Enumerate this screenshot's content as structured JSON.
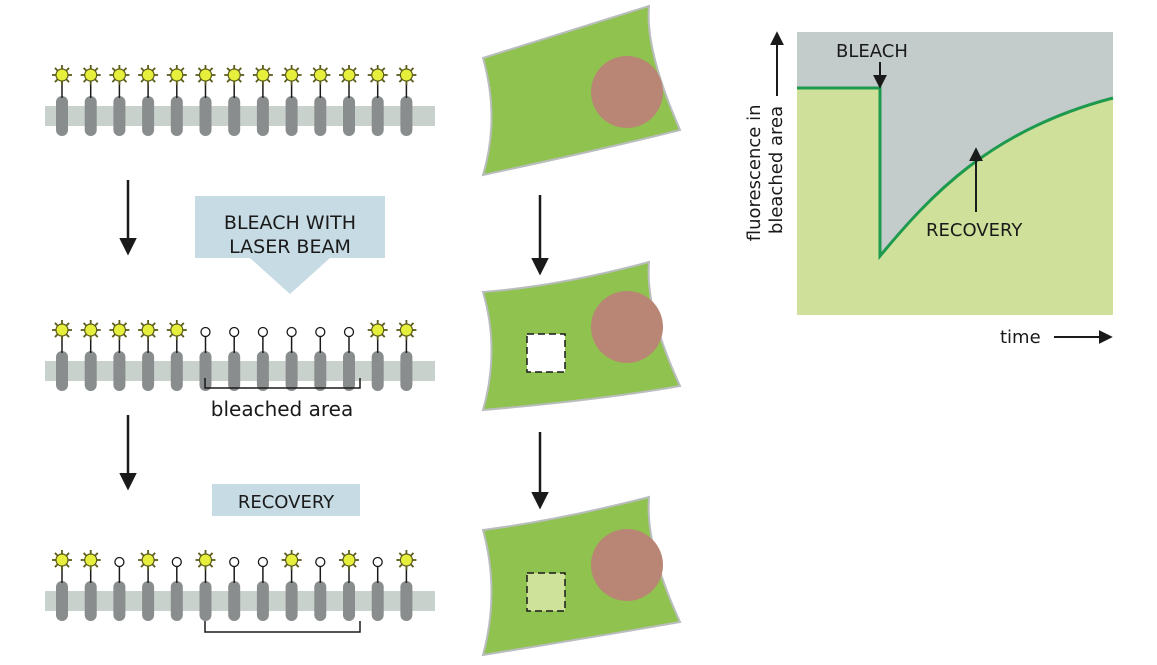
{
  "labels": {
    "bleach_with_laser_line1": "BLEACH WITH",
    "bleach_with_laser_line2": "LASER BEAM",
    "bleached_area": "bleached area",
    "recovery_box": "RECOVERY",
    "graph_bleach": "BLEACH",
    "graph_recovery": "RECOVERY",
    "y_axis_line1": "fluorescence in",
    "y_axis_line2": "bleached area",
    "x_axis": "time"
  },
  "membrane_rows": [
    {
      "name": "before",
      "states": [
        1,
        1,
        1,
        1,
        1,
        1,
        1,
        1,
        1,
        1,
        1,
        1,
        1
      ]
    },
    {
      "name": "bleached",
      "states": [
        1,
        1,
        1,
        1,
        1,
        0,
        0,
        0,
        0,
        0,
        0,
        1,
        1
      ]
    },
    {
      "name": "recovery",
      "states": [
        1,
        1,
        0,
        1,
        0,
        1,
        0,
        0,
        1,
        0,
        1,
        0,
        1
      ]
    }
  ],
  "cells": [
    {
      "name": "before",
      "bleach_square": "none"
    },
    {
      "name": "bleached",
      "bleach_square": "white"
    },
    {
      "name": "recovered",
      "bleach_square": "light-green"
    }
  ],
  "colors": {
    "fluor_yellow": "#e6f03c",
    "fluor_outline": "#5c5c1a",
    "protein_gray": "#8a8d8d",
    "bilayer": "#c9d1cc",
    "cell_green": "#8fc24f",
    "nucleus": "#b98574",
    "callout_blue": "#c6dbe3",
    "graph_gray": "#c4cccb",
    "graph_green": "#cfe09a",
    "curve_green": "#1e9a4e",
    "recovered_square": "#cfe29a"
  }
}
